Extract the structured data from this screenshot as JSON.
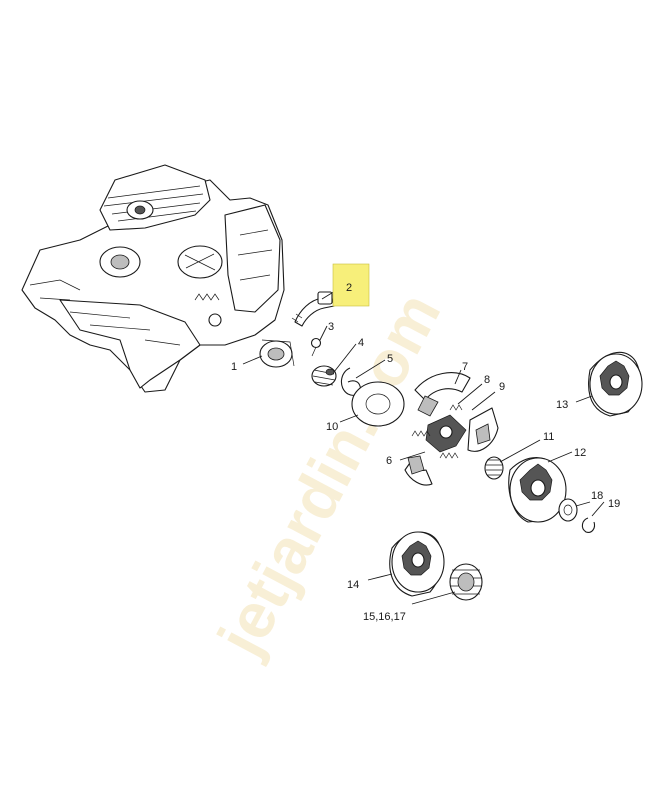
{
  "diagram": {
    "highlight_color": "#f7ef7a",
    "watermark_text": "jetjardin.com",
    "watermark_color": "#e0b84a",
    "labels": [
      {
        "id": "2",
        "text": "2",
        "highlighted": true
      },
      {
        "id": "1",
        "text": "1"
      },
      {
        "id": "3",
        "text": "3"
      },
      {
        "id": "4",
        "text": "4"
      },
      {
        "id": "5",
        "text": "5"
      },
      {
        "id": "6",
        "text": "6"
      },
      {
        "id": "7",
        "text": "7"
      },
      {
        "id": "8",
        "text": "8"
      },
      {
        "id": "9",
        "text": "9"
      },
      {
        "id": "10",
        "text": "10"
      },
      {
        "id": "11",
        "text": "11"
      },
      {
        "id": "12",
        "text": "12"
      },
      {
        "id": "13",
        "text": "13"
      },
      {
        "id": "14",
        "text": "14"
      },
      {
        "id": "15",
        "text": "15,16,17"
      },
      {
        "id": "18",
        "text": "18"
      },
      {
        "id": "19",
        "text": "19"
      }
    ]
  }
}
